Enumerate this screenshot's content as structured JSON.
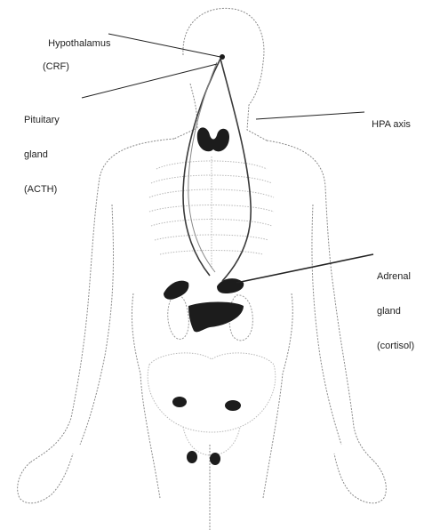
{
  "labels": {
    "hypothalamus": {
      "name": "Hypothalamus",
      "sub": "(CRF)"
    },
    "pituitary": {
      "name": "Pituitary",
      "name2": "gland",
      "sub": "(ACTH)"
    },
    "hpa_axis": {
      "name": "HPA axis"
    },
    "adrenal": {
      "name": "Adrenal",
      "name2": "gland",
      "sub": "(cortisol)"
    }
  },
  "colors": {
    "ink": "#1a1a1a",
    "outline": "#8a8a8a",
    "organ_light": "#b8b8b8",
    "gland_dark": "#1c1c1c",
    "background": "#ffffff"
  }
}
